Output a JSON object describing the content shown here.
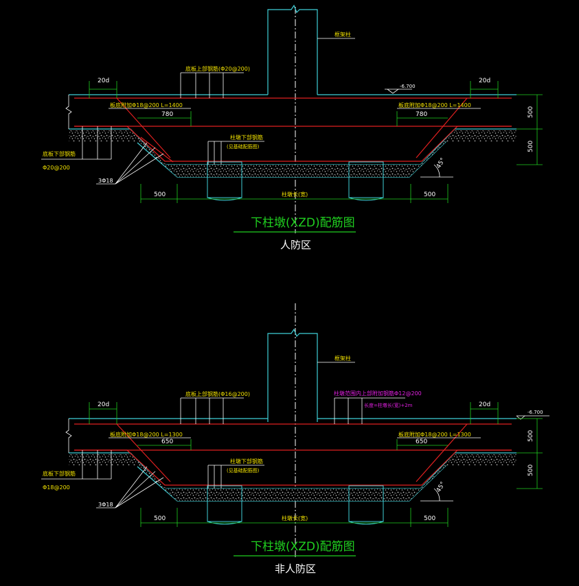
{
  "colors": {
    "background": "#000000",
    "column": "#3fd0d8",
    "rebar_red": "#e02020",
    "dim_green": "#20d020",
    "label_yellow": "#f0e000",
    "label_white": "#ffffff",
    "label_magenta": "#e020e0",
    "concrete_gray": "#c8c8c8"
  },
  "top": {
    "column_label": "框架柱",
    "top_rebar": "底板上部钢筋(Φ20@200)",
    "left_20d": "20d",
    "right_20d": "20d",
    "level_mark": "-6.700",
    "left_add": "板底附加Φ18@200 L=1400",
    "right_add": "板底附加Φ18@200 L=1400",
    "dim_780_left": "780",
    "dim_780_right": "780",
    "dim_500_top": "500",
    "dim_500_bottom": "500",
    "pier_bottom": "柱墩下部钢筋",
    "pier_bottom_note": "(见基础配筋图)",
    "left_bottom_label": "底板下部钢筋",
    "left_bottom_value": "Φ20@200",
    "bar_3": "3Φ18",
    "angle": "45°",
    "dim_left_500": "500",
    "dim_mid": "柱墩长(宽)",
    "dim_right_500": "500",
    "title": "下柱墩(XZD)配筋图",
    "subtitle": "人防区"
  },
  "bottom": {
    "column_label": "框架柱",
    "top_rebar": "底板上部钢筋(Φ16@200)",
    "top_add": "柱墩范围内上部附加钢筋Φ12@200",
    "top_add_note": "长度=柱墩长(宽)+2m",
    "left_20d": "20d",
    "right_20d": "20d",
    "level_mark": "-6.700",
    "left_add": "板底附加Φ18@200 L=1300",
    "right_add": "板底附加Φ18@200 L=1300",
    "dim_650_left": "650",
    "dim_650_right": "650",
    "dim_500_top": "500",
    "dim_500_bottom": "500",
    "pier_bottom": "柱墩下部钢筋",
    "pier_bottom_note": "(见基础配筋图)",
    "left_bottom_label": "底板下部钢筋",
    "left_bottom_value": "Φ18@200",
    "bar_3": "3Φ18",
    "angle": "45°",
    "dim_left_500": "500",
    "dim_mid": "柱墩长(宽)",
    "dim_right_500": "500",
    "title": "下柱墩(XZD)配筋图",
    "subtitle": "非人防区"
  }
}
